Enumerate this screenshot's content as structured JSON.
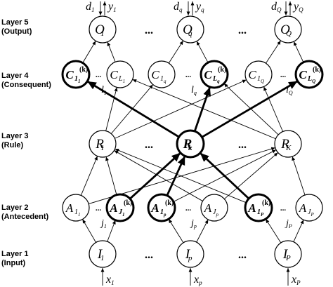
{
  "layers": [
    {
      "name": "Layer 5",
      "role": "(Output)"
    },
    {
      "name": "Layer 4",
      "role": "(Consequent)"
    },
    {
      "name": "Layer 3",
      "role": "(Rule)"
    },
    {
      "name": "Layer 2",
      "role": "(Antecedent)"
    },
    {
      "name": "Layer 1",
      "role": "(Input)"
    }
  ],
  "ellipsis": "...",
  "output_nodes": [
    {
      "main": "O",
      "sub": "1",
      "target": "d",
      "target_sub": "1",
      "output": "y",
      "output_sub": "1"
    },
    {
      "main": "O",
      "sub": "q",
      "target": "d",
      "target_sub": "q",
      "output": "y",
      "output_sub": "q"
    },
    {
      "main": "O",
      "sub": "Q",
      "target": "d",
      "target_sub": "Q",
      "output": "y",
      "output_sub": "Q"
    }
  ],
  "consequent_nodes": [
    {
      "main": "C",
      "sub": "1",
      "subsub": "1",
      "sup": "(k)",
      "bold": true
    },
    {
      "main": "C",
      "sub": "L",
      "subsub": "1",
      "sup": "",
      "bold": false
    },
    {
      "main": "C",
      "sub": "1",
      "subsub": "q",
      "sup": "",
      "bold": false
    },
    {
      "main": "C",
      "sub": "L",
      "subsub": "q",
      "sup": "(k)",
      "bold": true
    },
    {
      "main": "C",
      "sub": "1",
      "subsub": "Q",
      "sup": "",
      "bold": false
    },
    {
      "main": "C",
      "sub": "L",
      "subsub": "Q",
      "sup": "(k)",
      "bold": true
    }
  ],
  "consequent_labels": [
    {
      "letter": "l",
      "sub": "1"
    },
    {
      "letter": "l",
      "sub": "q"
    },
    {
      "letter": "l",
      "sub": "Q"
    }
  ],
  "rule_nodes": [
    {
      "main": "R",
      "sub": "1",
      "bold": false
    },
    {
      "main": "R",
      "sub": "k",
      "bold": true
    },
    {
      "main": "R",
      "sub": "K",
      "bold": false
    }
  ],
  "antecedent_nodes": [
    {
      "main": "A",
      "sub": "1",
      "subsub": "1",
      "sup": "",
      "bold": false
    },
    {
      "main": "A",
      "sub": "J",
      "subsub": "1",
      "sup": "(k)",
      "bold": true
    },
    {
      "main": "A",
      "sub": "1",
      "subsub": "p",
      "sup": "(k)",
      "bold": true
    },
    {
      "main": "A",
      "sub": "J",
      "subsub": "p",
      "sup": "",
      "bold": false
    },
    {
      "main": "A",
      "sub": "1",
      "subsub": "P",
      "sup": "(k)",
      "bold": true
    },
    {
      "main": "A",
      "sub": "J",
      "subsub": "P",
      "sup": "",
      "bold": false
    }
  ],
  "antecedent_labels": [
    {
      "letter": "j",
      "sub": "1"
    },
    {
      "letter": "j",
      "sub": "p"
    },
    {
      "letter": "j",
      "sub": "P"
    }
  ],
  "input_nodes": [
    {
      "main": "I",
      "sub": "1",
      "input": "x",
      "input_sub": "1"
    },
    {
      "main": "I",
      "sub": "p",
      "input": "x",
      "input_sub": "p"
    },
    {
      "main": "I",
      "sub": "P",
      "input": "x",
      "input_sub": "P"
    }
  ]
}
